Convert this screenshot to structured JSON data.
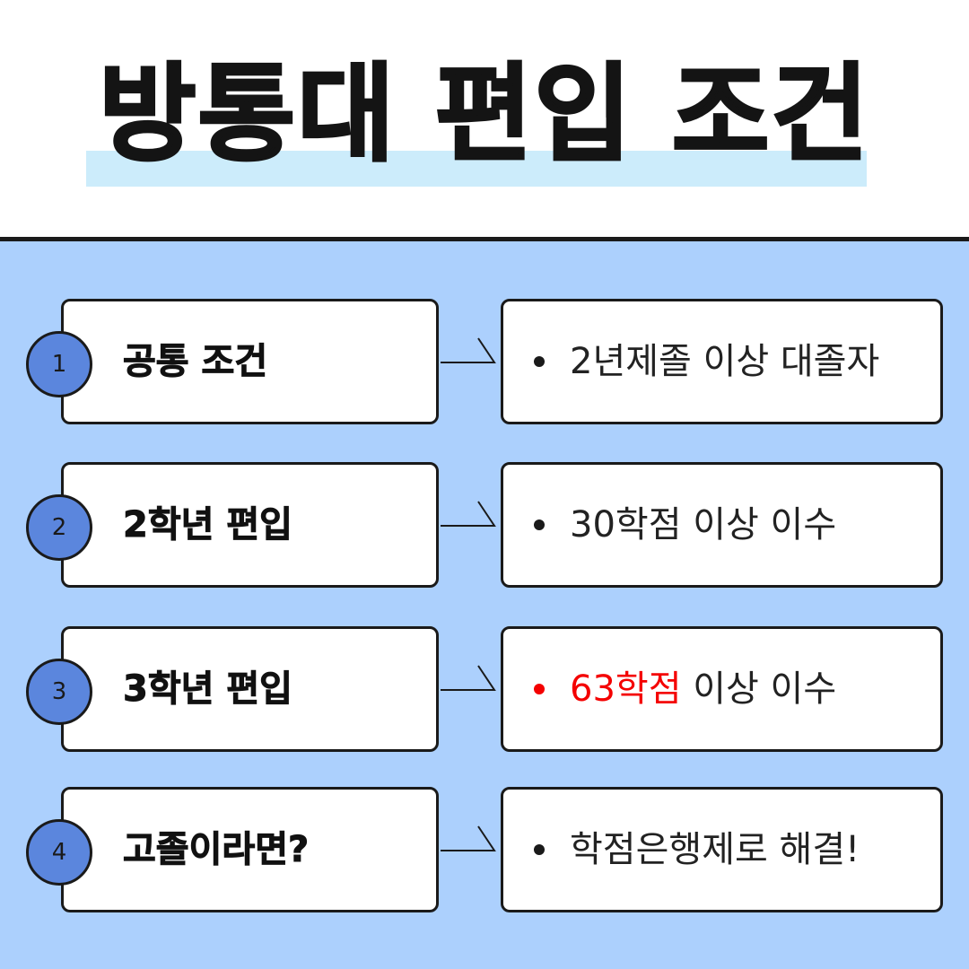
{
  "title": "방통대 편입 조건",
  "colors": {
    "panel_background": "#acd0fd",
    "title_highlight": "#ccecfb",
    "number_circle": "#5b86dd",
    "emphasis_red": "#f40000"
  },
  "rows": [
    {
      "number": "1",
      "label": "공통 조건",
      "detail": "2년제졸 이상 대졸자"
    },
    {
      "number": "2",
      "label": "2학년 편입",
      "detail": "30학점 이상 이수"
    },
    {
      "number": "3",
      "label": "3학년 편입",
      "detail_highlight": "63학점",
      "detail_rest": " 이상 이수"
    },
    {
      "number": "4",
      "label": "고졸이라면?",
      "detail": "학점은행제로 해결!"
    }
  ]
}
